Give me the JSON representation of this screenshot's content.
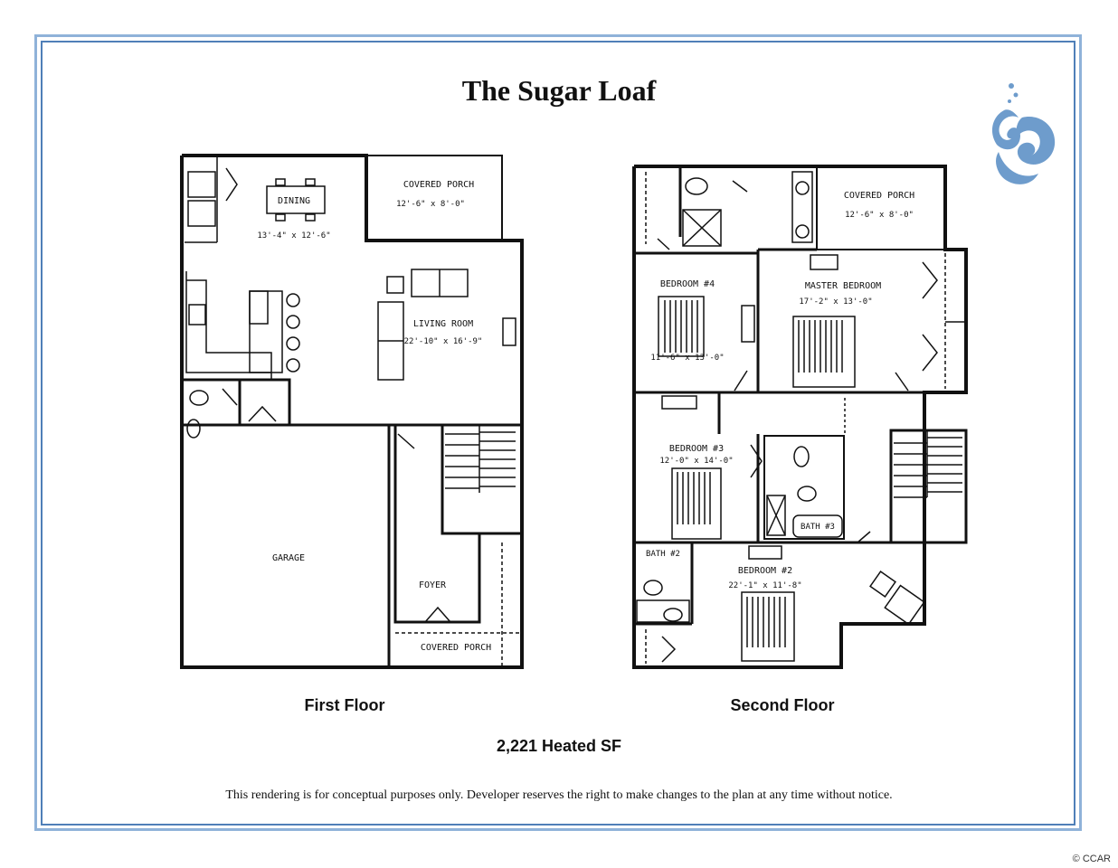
{
  "title": "The Sugar Loaf",
  "first_floor": {
    "caption": "First Floor",
    "rooms": {
      "dining": "DINING",
      "dining_dim": "13'-4\" x 12'-6\"",
      "covered_porch_rear": "COVERED PORCH",
      "covered_porch_rear_dim": "12'-6\" x 8'-0\"",
      "living": "LIVING ROOM",
      "living_dim": "22'-10\" x 16'-9\"",
      "garage": "GARAGE",
      "foyer": "FOYER",
      "covered_porch_front": "COVERED PORCH"
    }
  },
  "second_floor": {
    "caption": "Second Floor",
    "rooms": {
      "covered_porch": "COVERED PORCH",
      "covered_porch_dim": "12'-6\" x 8'-0\"",
      "master": "MASTER BEDROOM",
      "master_dim": "17'-2\" x 13'-0\"",
      "bed4": "BEDROOM #4",
      "bed4_dim": "11'-6\" x 13'-0\"",
      "bed3": "BEDROOM #3",
      "bed3_dim": "12'-0\" x 14'-0\"",
      "bath3": "BATH #3",
      "bath2": "BATH #2",
      "bed2": "BEDROOM #2",
      "bed2_dim": "22'-1\" x 11'-8\""
    }
  },
  "heated_sf": "2,221 Heated SF",
  "disclaimer": "This rendering is for conceptual purposes only.  Developer reserves the right to make changes to the plan at any time without notice.",
  "copyright": "© CCAR",
  "colors": {
    "frame": "#4f7fb8",
    "logo": "#6e9ccc"
  },
  "logo_icon": "swirl-logo-icon"
}
